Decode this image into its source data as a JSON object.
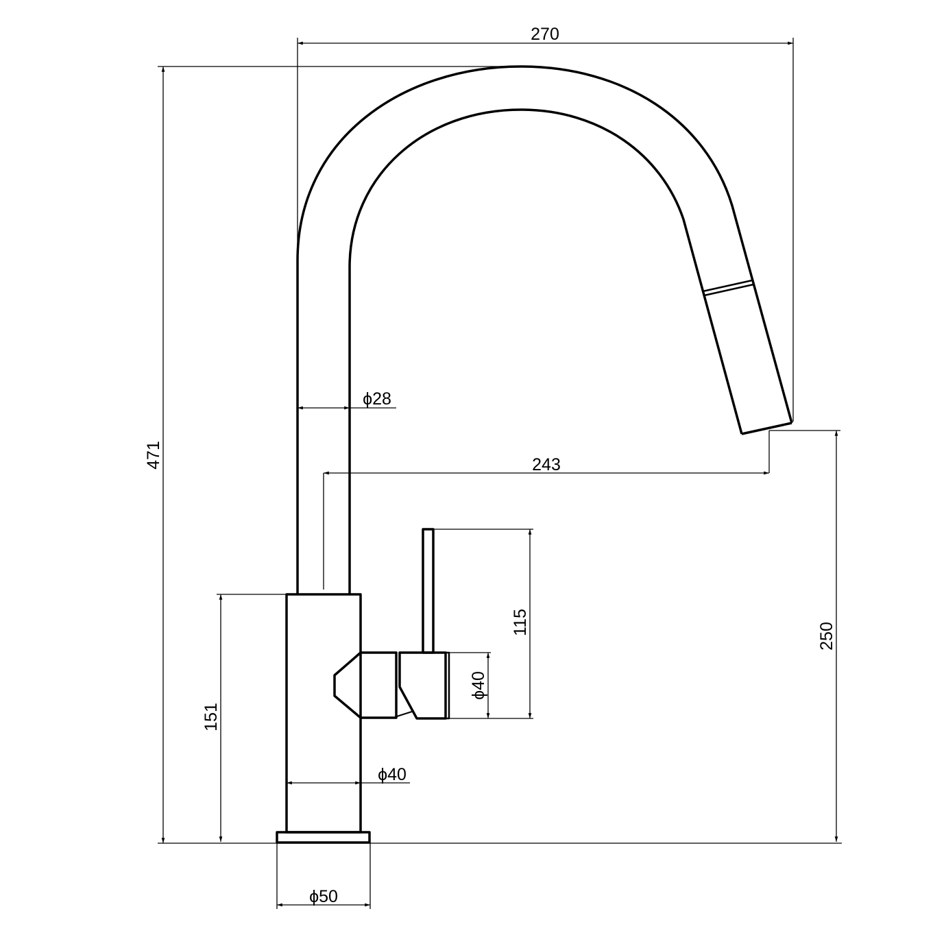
{
  "title": "Pull-out kitchen faucet dimension drawing",
  "colors": {
    "line": "#000000",
    "background": "#ffffff"
  },
  "dimensions": {
    "overall_reach": "270",
    "overall_height": "471",
    "spout_diameter": "ϕ28",
    "spout_reach": "243",
    "outlet_height": "250",
    "handle_height": "115",
    "handle_diameter": "ϕ40",
    "body_height": "151",
    "body_diameter": "ϕ40",
    "base_diameter": "ϕ50"
  }
}
